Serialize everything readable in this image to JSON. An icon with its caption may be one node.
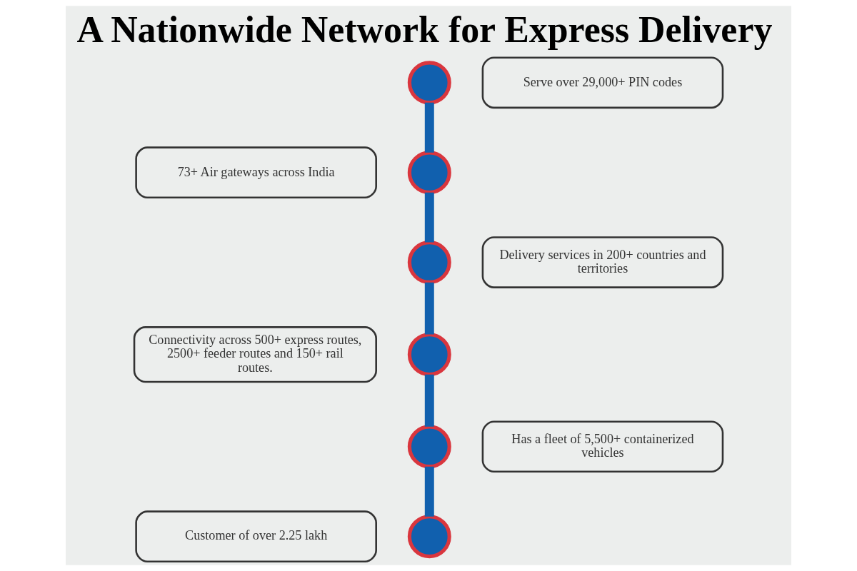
{
  "diagram": {
    "title": "A Nationwide Network for Express Delivery",
    "nodes": [
      {
        "text": [],
        "shape": "circle"
      },
      {
        "text": [
          "Serve over 29,000+ PIN codes"
        ]
      },
      {
        "text": [
          "73+ Air gateways across India"
        ]
      },
      {
        "text": [],
        "shape": "circle"
      },
      {
        "text": [],
        "shape": "circle"
      },
      {
        "text": [
          "Delivery services in 200+ countries and territories"
        ]
      },
      {
        "text": [
          "Connectivity across 500+ express routes, 2500+ feeder routes and 150+ rail routes."
        ]
      },
      {
        "text": [],
        "shape": "circle"
      },
      {
        "text": [],
        "shape": "circle"
      },
      {
        "text": [
          "Has a fleet of 5,500+ containerized vehicles"
        ]
      },
      {
        "text": [
          "Customer of over 2.25 lakh"
        ]
      },
      {
        "text": [],
        "shape": "circle"
      }
    ],
    "edges": [
      {
        "from": 0,
        "to": 3,
        "arrow": "none"
      },
      {
        "from": 3,
        "to": 4,
        "arrow": "none"
      },
      {
        "from": 4,
        "to": 7,
        "arrow": "none"
      },
      {
        "from": 7,
        "to": 8,
        "arrow": "none"
      },
      {
        "from": 8,
        "to": 11,
        "arrow": "none"
      }
    ]
  }
}
